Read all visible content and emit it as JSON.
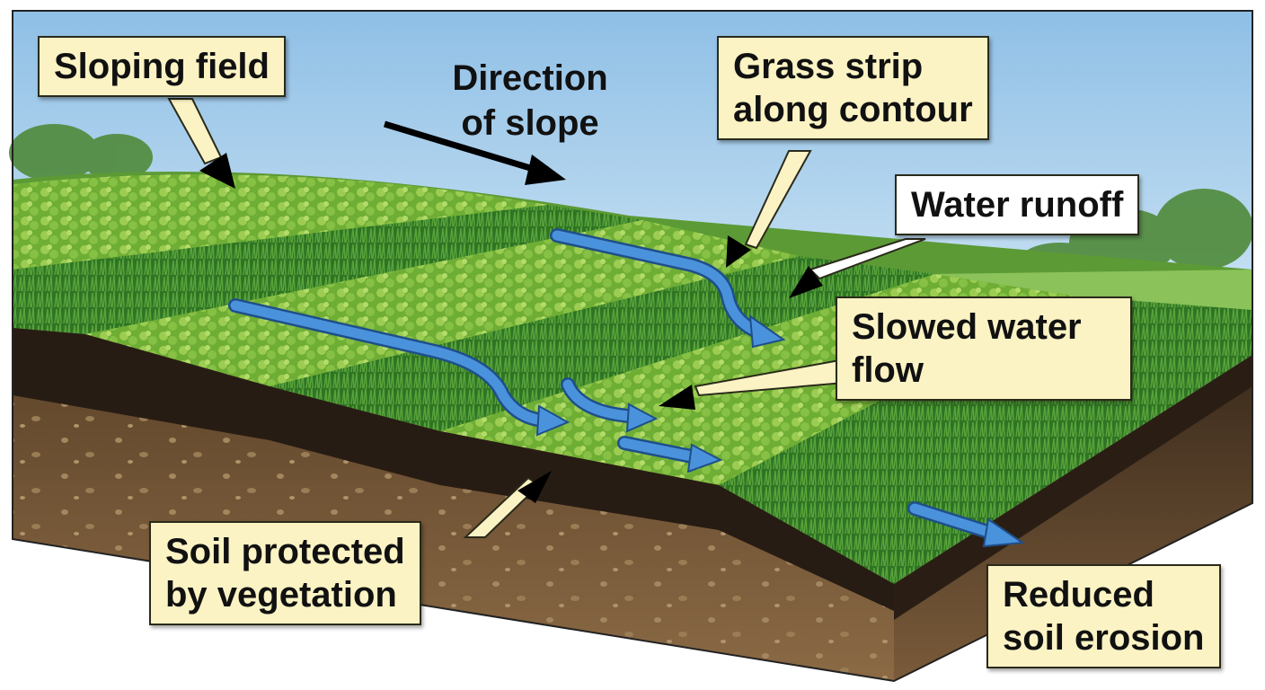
{
  "labels": {
    "sloping_field": "Sloping field",
    "direction_line1": "Direction",
    "direction_line2": "of slope",
    "grass_line1": "Grass strip",
    "grass_line2": "along contour",
    "runoff": "Water runoff",
    "slowed_line1": "Slowed water",
    "slowed_line2": "flow",
    "soil_line1": "Soil protected",
    "soil_line2": "by vegetation",
    "erosion_line1": "Reduced",
    "erosion_line2": "soil erosion"
  },
  "colors": {
    "label_fill": "#fbf3c4",
    "water_arrow": "#3f86d4",
    "sky": "#a9cdea",
    "crop_light": "#7fbf3e",
    "grass_dark": "#3f8a2a",
    "topsoil": "#2b1f16",
    "subsoil": "#6e5235"
  }
}
